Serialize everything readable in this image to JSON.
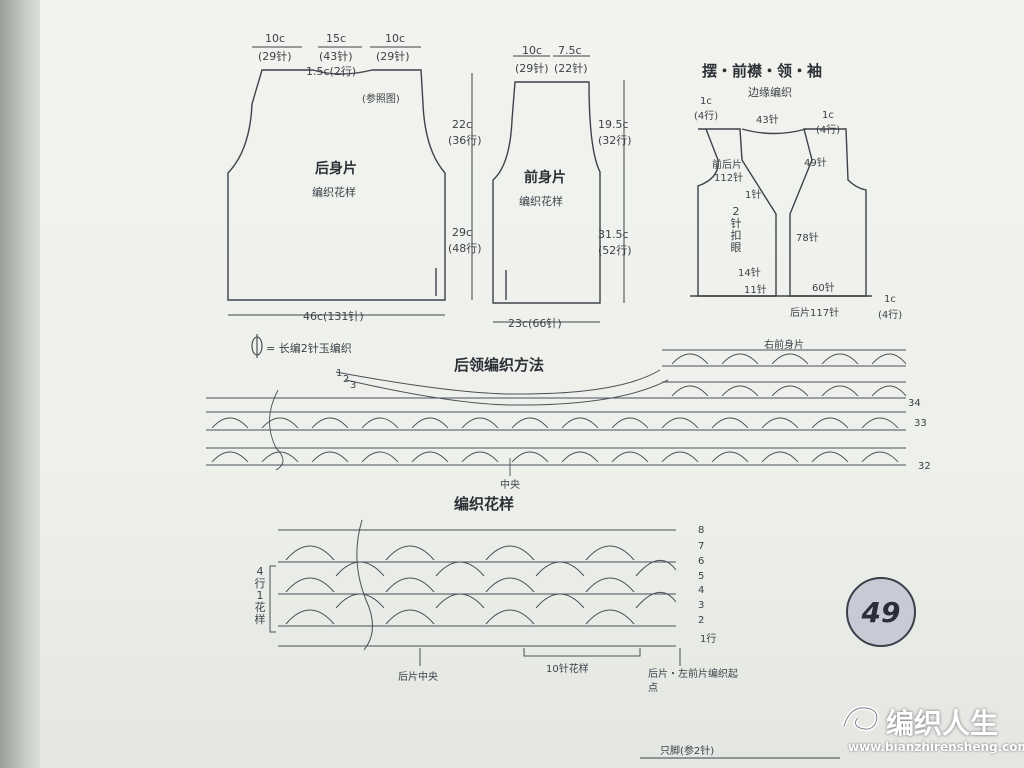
{
  "back_piece": {
    "title": "后身片",
    "pattern": "编织花样",
    "top_left": "10c",
    "top_left_st": "(29针)",
    "top_mid": "15c",
    "top_mid_st": "(43针)",
    "top_right": "10c",
    "top_right_st": "(29针)",
    "neck": "1.5c(2行)",
    "ref": "(参照图)",
    "height_top": "22c",
    "height_top_rows": "(36行)",
    "height_bottom": "29c",
    "height_bottom_rows": "(48行)",
    "width": "46c(131针)"
  },
  "front_piece": {
    "title": "前身片",
    "pattern": "编织花样",
    "top_left": "10c",
    "top_left_st": "(29针)",
    "top_right": "7.5c",
    "top_right_st": "(22针)",
    "height_top": "19.5c",
    "height_top_rows": "(32行)",
    "height_bottom": "31.5c",
    "height_bottom_rows": "(52行)",
    "width": "23c(66针)"
  },
  "edging": {
    "title": "摆・前襟・领・袖",
    "subtitle": "边缘编织",
    "left_1c": "1c",
    "left_1c_rows": "(4行)",
    "neck_43": "43针",
    "right_1c": "1c",
    "right_1c_rows": "(4行)",
    "front_back": "前后片",
    "front_back_st": "112针",
    "sleeve_49": "49针",
    "st_1": "1针",
    "buttonhole": "2针扣眼",
    "st_78": "78针",
    "st_14": "14针",
    "st_11": "11针",
    "st_60": "60针",
    "back_117": "后片117针",
    "br_1c": "1c",
    "br_1c_rows": "(4行)"
  },
  "legend": {
    "text": "= 长编2针玉编织"
  },
  "collar": {
    "title": "后领编织方法",
    "right_front": "右前身片",
    "center": "中央",
    "row_34": "34",
    "row_33": "33",
    "row_32": "32",
    "row_1": "1",
    "row_2": "2",
    "row_3": "3"
  },
  "stitch_pattern": {
    "title": "编织花样",
    "repeat_label": "4行1花样",
    "rows": [
      "8",
      "7",
      "6",
      "5",
      "4",
      "3",
      "2",
      "1行"
    ],
    "back_center": "后片中央",
    "ten_stitch": "10针花样",
    "start_point": "后片・左前片编织起点"
  },
  "footer": {
    "peek_text": "只脚(参2针)"
  },
  "page_number": "49",
  "watermark": {
    "cn": "编织人生",
    "url": "www.bianzhirensheng.com"
  }
}
